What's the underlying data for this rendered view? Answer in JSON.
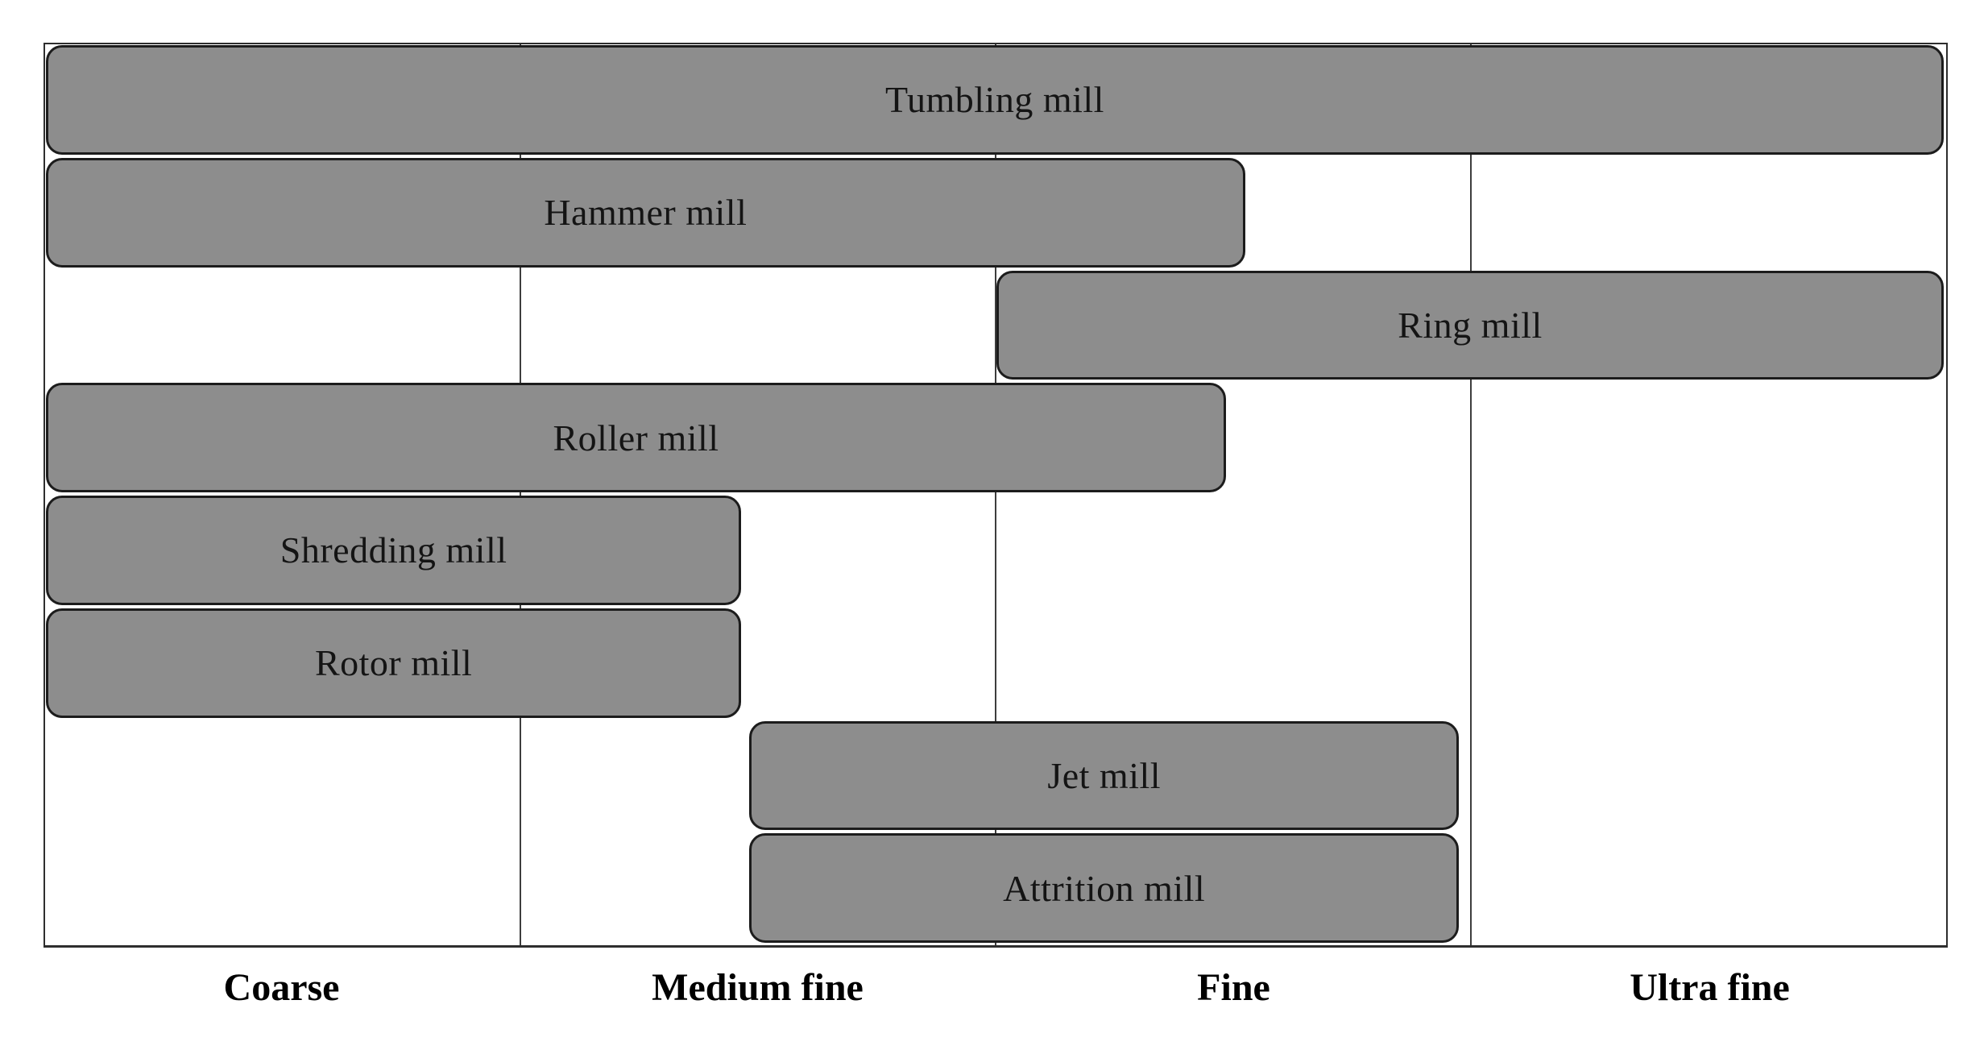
{
  "chart_data": {
    "type": "bar",
    "orientation": "horizontal-range",
    "description": "Grinding ranges of mill types across particle fineness classes",
    "categories": [
      "Coarse",
      "Medium fine",
      "Fine",
      "Ultra fine"
    ],
    "xlim": [
      0,
      4
    ],
    "grid": true,
    "gridlines_x": [
      1,
      2,
      3
    ],
    "bars": [
      {
        "row": 0,
        "label": "Tumbling mill",
        "start": 0.0,
        "end": 4.0
      },
      {
        "row": 1,
        "label": "Hammer mill",
        "start": 0.0,
        "end": 2.53
      },
      {
        "row": 2,
        "label": "Ring mill",
        "start": 2.0,
        "end": 4.0
      },
      {
        "row": 3,
        "label": "Roller mill",
        "start": 0.0,
        "end": 2.49
      },
      {
        "row": 4,
        "label": "Shredding mill",
        "start": 0.0,
        "end": 1.47
      },
      {
        "row": 5,
        "label": "Rotor mill",
        "start": 0.0,
        "end": 1.47
      },
      {
        "row": 6,
        "label": "Jet mill",
        "start": 1.48,
        "end": 2.98
      },
      {
        "row": 7,
        "label": "Attrition mill",
        "start": 1.48,
        "end": 2.98
      }
    ],
    "colors": {
      "bar_fill": "#8d8d8d",
      "bar_border": "#1c1c1c",
      "gridline": "#3d3d3d",
      "axis_border": "#2e2e2e",
      "bar_label_text": "#141414",
      "axis_label_text": "#000000",
      "background": "#ffffff"
    }
  }
}
